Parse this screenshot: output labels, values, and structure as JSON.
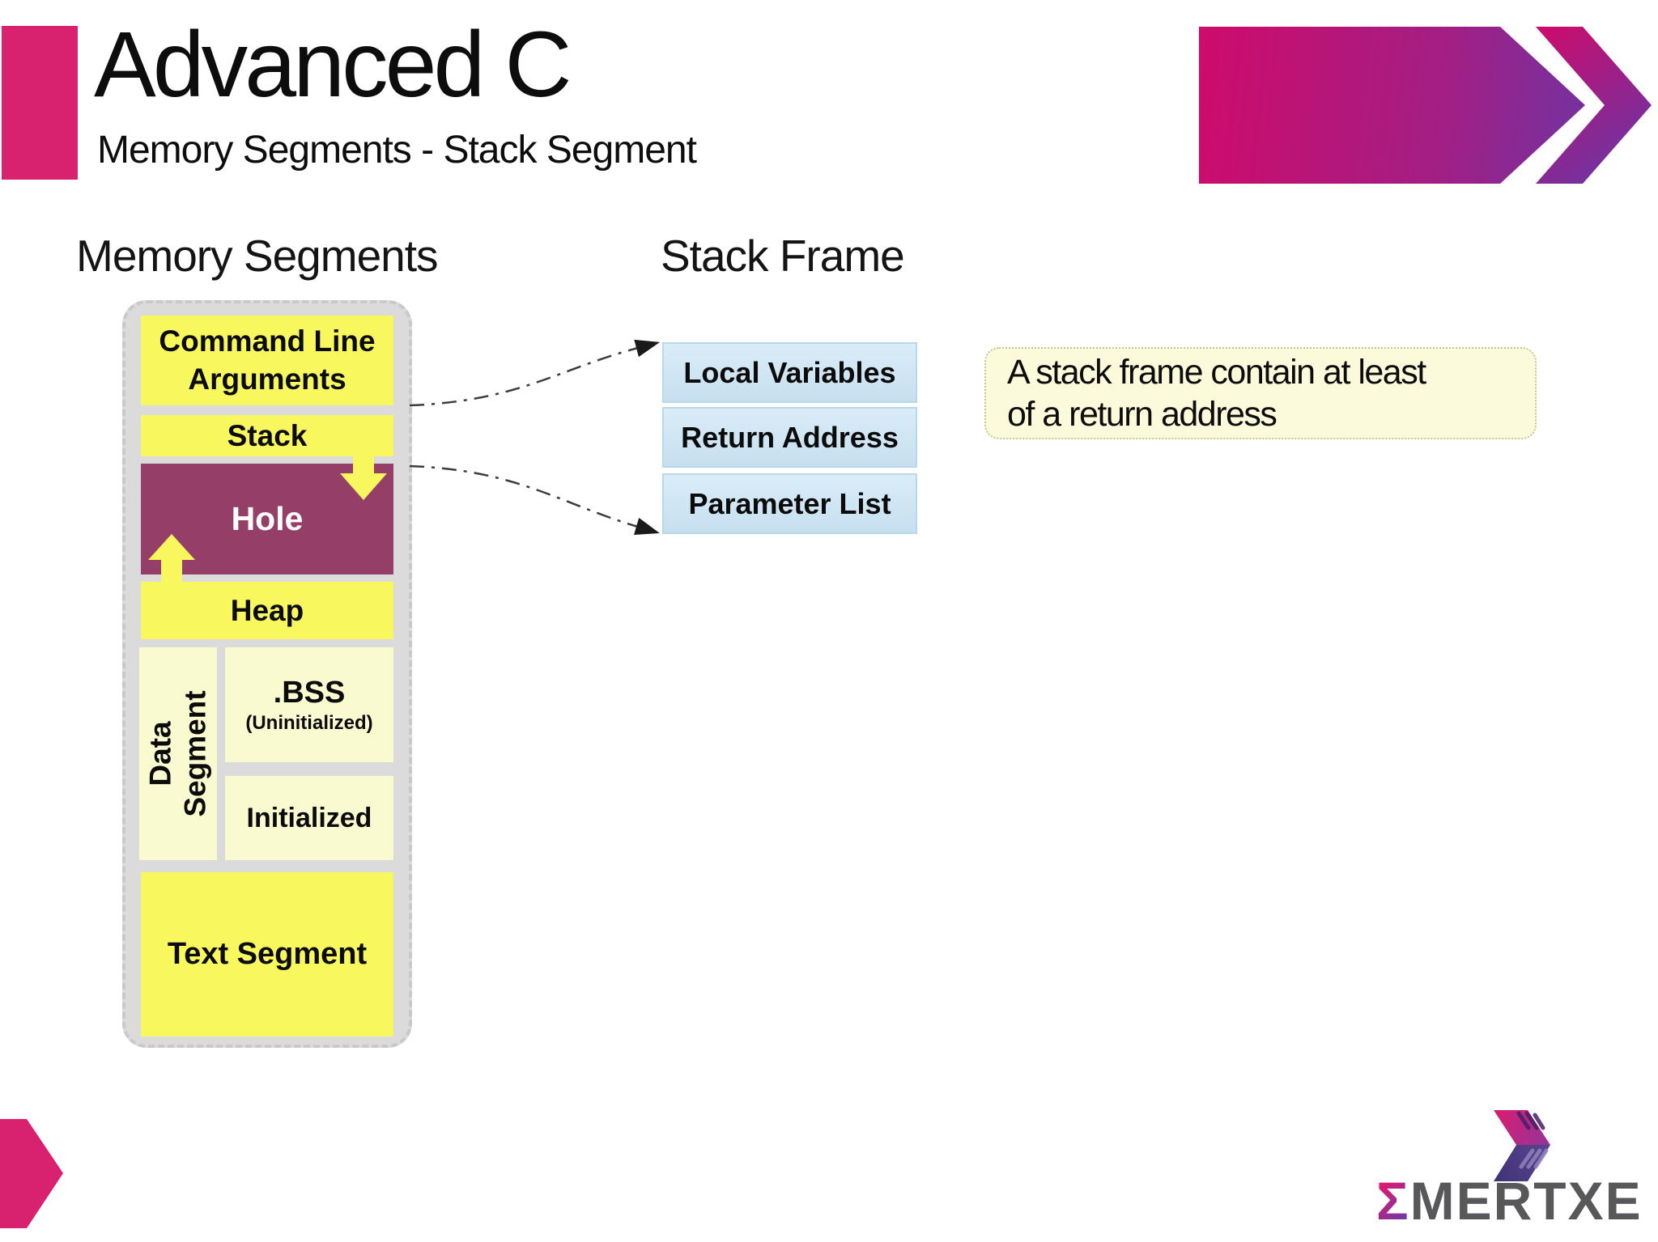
{
  "colors": {
    "accent_pink": "#D8226F",
    "gradient_pink": "#CE0B6B",
    "gradient_purple": "#5E3AAB",
    "box_yellow": "#F8F85E",
    "box_pale_yellow": "#FAFAD0",
    "hole_maroon": "#943E68",
    "stack_frame_blue": "#CFE5F3",
    "container_gray": "#DBDBDB",
    "note_yellow": "#FBFBDC",
    "connector_dark": "#3C3C3C",
    "logo_text_gray": "#58585A"
  },
  "header": {
    "title": "Advanced C",
    "subtitle": "Memory Segments - Stack Segment"
  },
  "memory": {
    "heading": "Memory Segments",
    "command_line_args": "Command Line Arguments",
    "stack": "Stack",
    "hole": "Hole",
    "heap": "Heap",
    "data_segment": "Data\nSegment",
    "bss_title": ".BSS",
    "bss_subtitle": "(Uninitialized)",
    "initialized": "Initialized",
    "text_segment": "Text Segment"
  },
  "stack_frame": {
    "heading": "Stack Frame",
    "items": [
      "Local Variables",
      "Return Address",
      "Parameter List"
    ]
  },
  "note": {
    "text": "A stack frame contain at least\nof a return address"
  },
  "logo": {
    "sigma": "Σ",
    "name": "MERTXE"
  }
}
